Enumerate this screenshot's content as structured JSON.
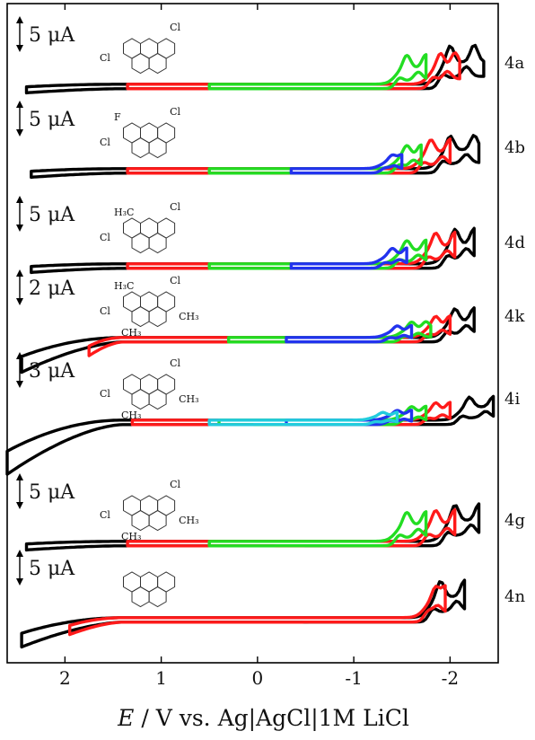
{
  "chart_data": {
    "type": "line",
    "xlabel_italic": "E",
    "xlabel_rest": " / V vs. Ag|AgCl|1M LiCl",
    "xlim": [
      2.6,
      -2.5
    ],
    "x_ticks": [
      {
        "value": 2,
        "label": "2"
      },
      {
        "value": 1,
        "label": "1"
      },
      {
        "value": 0,
        "label": "0"
      },
      {
        "value": -1,
        "label": "-1"
      },
      {
        "value": -2,
        "label": "-2"
      }
    ],
    "colors": {
      "black": "#000000",
      "red": "#ff1a1a",
      "green": "#22dd22",
      "blue": "#2233ee",
      "cyan": "#22ccdd"
    },
    "panels": [
      {
        "id": "4a",
        "label": "4a",
        "scale": "5 μA",
        "molecule": {
          "type": "phen",
          "labels": [
            {
              "t": "Cl",
              "pos": "top"
            },
            {
              "t": "Cl",
              "pos": "left"
            }
          ]
        },
        "curves": [
          {
            "color": "black",
            "start": 2.4,
            "end": -2.35,
            "peaks": [
              -2.0,
              -2.25
            ],
            "amp": 1.0
          },
          {
            "color": "red",
            "start": 1.35,
            "end": -2.1,
            "peaks": [
              -1.9,
              -2.05
            ],
            "amp": 0.8
          },
          {
            "color": "green",
            "start": 0.5,
            "end": -1.75,
            "peaks": [
              -1.55,
              -1.75
            ],
            "amp": 0.75
          }
        ]
      },
      {
        "id": "4b",
        "label": "4b",
        "scale": "5 μA",
        "molecule": {
          "type": "phen",
          "labels": [
            {
              "t": "Cl",
              "pos": "top"
            },
            {
              "t": "F",
              "pos": "topleft"
            },
            {
              "t": "Cl",
              "pos": "left"
            }
          ]
        },
        "curves": [
          {
            "color": "black",
            "start": 2.35,
            "end": -2.3,
            "peaks": [
              -2.0,
              -2.25
            ],
            "amp": 0.85
          },
          {
            "color": "red",
            "start": 1.35,
            "end": -2.0,
            "peaks": [
              -1.8,
              -2.0
            ],
            "amp": 0.75
          },
          {
            "color": "green",
            "start": 0.5,
            "end": -1.7,
            "peaks": [
              -1.55,
              -1.7
            ],
            "amp": 0.6
          },
          {
            "color": "blue",
            "start": -0.35,
            "end": -1.5,
            "peaks": [
              -1.4,
              -1.5
            ],
            "amp": 0.35
          }
        ]
      },
      {
        "id": "4d",
        "label": "4d",
        "scale": "5 μA",
        "molecule": {
          "type": "phen",
          "labels": [
            {
              "t": "Cl",
              "pos": "top"
            },
            {
              "t": "H₃C",
              "pos": "topleft"
            },
            {
              "t": "Cl",
              "pos": "left"
            }
          ]
        },
        "curves": [
          {
            "color": "black",
            "start": 2.35,
            "end": -2.25,
            "peaks": [
              -2.05,
              -2.25
            ],
            "amp": 0.9
          },
          {
            "color": "red",
            "start": 1.35,
            "end": -2.05,
            "peaks": [
              -1.85,
              -2.05
            ],
            "amp": 0.8
          },
          {
            "color": "green",
            "start": 0.5,
            "end": -1.75,
            "peaks": [
              -1.55,
              -1.75
            ],
            "amp": 0.6
          },
          {
            "color": "blue",
            "start": -0.35,
            "end": -1.55,
            "peaks": [
              -1.4,
              -1.55
            ],
            "amp": 0.4
          }
        ]
      },
      {
        "id": "4k",
        "label": "4k",
        "scale": "2 μA",
        "molecule": {
          "type": "phen",
          "labels": [
            {
              "t": "Cl",
              "pos": "top"
            },
            {
              "t": "H₃C",
              "pos": "topleft"
            },
            {
              "t": "CH₃",
              "pos": "right"
            },
            {
              "t": "Cl",
              "pos": "left"
            },
            {
              "t": "CH₃",
              "pos": "bottom"
            }
          ]
        },
        "curves": [
          {
            "color": "black",
            "start": 2.45,
            "end": -2.25,
            "peaks": [
              -2.05,
              -2.25
            ],
            "amp": 0.75,
            "anodic": 1.1
          },
          {
            "color": "red",
            "start": 1.75,
            "end": -2.0,
            "peaks": [
              -1.85,
              -2.0
            ],
            "amp": 0.55,
            "anodic": 0.5
          },
          {
            "color": "green",
            "start": 0.3,
            "end": -1.8,
            "peaks": [
              -1.6,
              -1.75
            ],
            "amp": 0.4
          },
          {
            "color": "blue",
            "start": -0.3,
            "end": -1.6,
            "peaks": [
              -1.45,
              -1.6
            ],
            "amp": 0.3
          }
        ]
      },
      {
        "id": "4i",
        "label": "4i",
        "scale": "3 μA",
        "molecule": {
          "type": "phen",
          "labels": [
            {
              "t": "Cl",
              "pos": "top"
            },
            {
              "t": "CH₃",
              "pos": "right"
            },
            {
              "t": "Cl",
              "pos": "left"
            },
            {
              "t": "CH₃",
              "pos": "bottom"
            }
          ]
        },
        "curves": [
          {
            "color": "black",
            "start": 2.6,
            "end": -2.45,
            "peaks": [
              -2.2,
              -2.45
            ],
            "amp": 0.6,
            "anodic": 1.8
          },
          {
            "color": "red",
            "start": 1.3,
            "end": -2.0,
            "peaks": [
              -1.85,
              -2.0
            ],
            "amp": 0.45
          },
          {
            "color": "green",
            "start": 0.4,
            "end": -1.75,
            "peaks": [
              -1.6,
              -1.75
            ],
            "amp": 0.35
          },
          {
            "color": "blue",
            "start": -0.3,
            "end": -1.6,
            "peaks": [
              -1.45,
              -1.6
            ],
            "amp": 0.25
          },
          {
            "color": "cyan",
            "start": 0.5,
            "end": -1.45,
            "peaks": [
              -1.3,
              -1.45
            ],
            "amp": 0.2
          }
        ]
      },
      {
        "id": "4g",
        "label": "4g",
        "scale": "5 μA",
        "molecule": {
          "type": "phen",
          "labels": [
            {
              "t": "Cl",
              "pos": "top"
            },
            {
              "t": "CH₃",
              "pos": "right"
            },
            {
              "t": "Cl",
              "pos": "left"
            },
            {
              "t": "CH₃",
              "pos": "bottom"
            }
          ]
        },
        "curves": [
          {
            "color": "black",
            "start": 2.4,
            "end": -2.3,
            "peaks": [
              -2.05,
              -2.3
            ],
            "amp": 0.95
          },
          {
            "color": "red",
            "start": 1.35,
            "end": -2.05,
            "peaks": [
              -1.85,
              -2.05
            ],
            "amp": 0.8
          },
          {
            "color": "green",
            "start": 0.5,
            "end": -1.75,
            "peaks": [
              -1.55,
              -1.75
            ],
            "amp": 0.75
          }
        ]
      },
      {
        "id": "4n",
        "label": "4n",
        "scale": "5 μA",
        "molecule": {
          "type": "phen",
          "labels": []
        },
        "curves": [
          {
            "color": "black",
            "start": 2.45,
            "end": -2.15,
            "peaks": [
              -1.9,
              -2.15
            ],
            "amp": 0.95,
            "anodic": 0.9
          },
          {
            "color": "red",
            "start": 1.95,
            "end": -1.95,
            "peaks": [
              -1.85,
              -1.95
            ],
            "amp": 0.8,
            "anodic": 0.45
          }
        ]
      }
    ]
  }
}
